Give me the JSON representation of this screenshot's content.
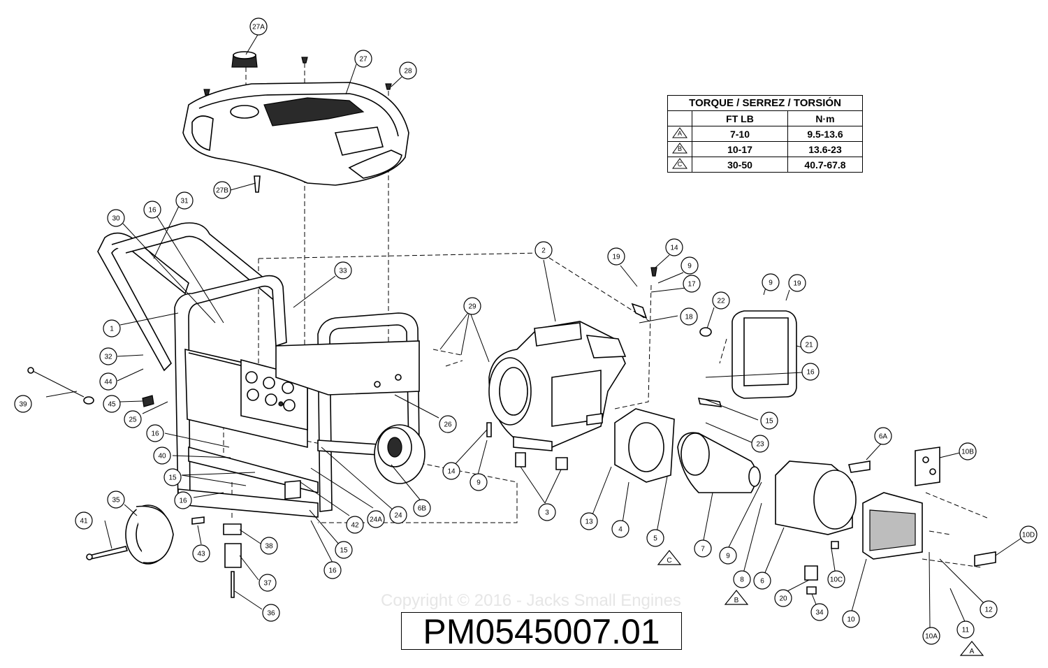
{
  "torque_table": {
    "title": "TORQUE / SERREZ / TORSIÓN",
    "col_ft": "FT LB",
    "col_nm": "N·m",
    "rows": [
      {
        "sym": "A",
        "ft": "7-10",
        "nm": "9.5-13.6"
      },
      {
        "sym": "B",
        "ft": "10-17",
        "nm": "13.6-23"
      },
      {
        "sym": "C",
        "ft": "30-50",
        "nm": "40.7-67.8"
      }
    ]
  },
  "model_number": "PM0545007.01",
  "copyright": "Copyright © 2016 - Jacks Small Engines",
  "callouts": [
    "27A",
    "27",
    "28",
    "27B",
    "31",
    "16",
    "30",
    "33",
    "1",
    "32",
    "44",
    "45",
    "39",
    "25",
    "16",
    "40",
    "15",
    "16",
    "35",
    "41",
    "43",
    "38",
    "37",
    "36",
    "42",
    "24A",
    "15",
    "16",
    "24",
    "6B",
    "26",
    "29",
    "2",
    "14",
    "9",
    "3",
    "19",
    "14",
    "9",
    "17",
    "18",
    "22",
    "9",
    "19",
    "21",
    "16",
    "15",
    "23",
    "13",
    "4",
    "5",
    "7",
    "9",
    "8",
    "6",
    "6A",
    "10B",
    "20",
    "34",
    "10C",
    "10",
    "10D",
    "12",
    "11",
    "10A"
  ],
  "torque_marks": [
    "C",
    "B",
    "A"
  ]
}
